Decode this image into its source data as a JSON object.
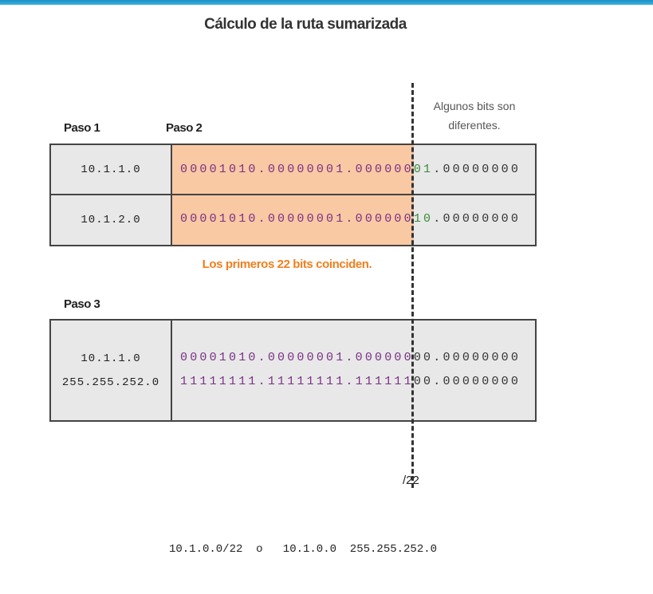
{
  "title": "Cálculo de la ruta sumarizada",
  "note": [
    "Algunos bits son",
    "diferentes."
  ],
  "paso1": "Paso 1",
  "paso2": "Paso 2",
  "paso3": "Paso 3",
  "rows": [
    {
      "ip": "10.1.1.0",
      "match": "00001010.00000001.000000",
      "diff": "01",
      "rest": ".00000000"
    },
    {
      "ip": "10.1.2.0",
      "match": "00001010.00000001.000000",
      "diff": "10",
      "rest": ".00000000"
    }
  ],
  "coincide": "Los primeros 22 bits coinciden.",
  "step3": {
    "ip": "10.1.1.0",
    "mask": "255.255.252.0",
    "ip_match": "00001010.00000001.000000",
    "ip_rest": "00.00000000",
    "mask_match": "11111111.11111111.111111",
    "mask_rest": "00.00000000"
  },
  "prefix": "/22",
  "result": "10.1.0.0/22  o   10.1.0.0  255.255.252.0"
}
